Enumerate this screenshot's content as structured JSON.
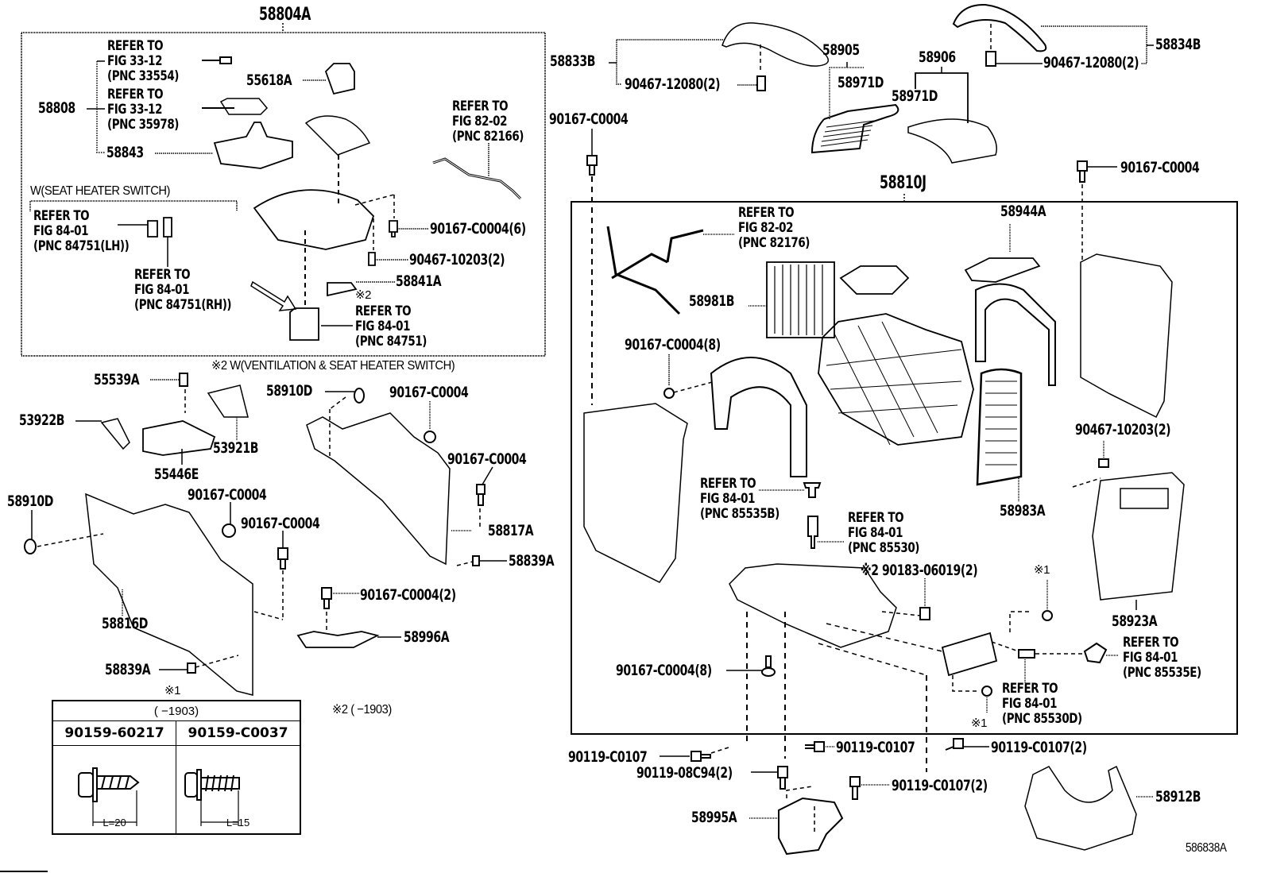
{
  "diagram": {
    "id_code": "586838A",
    "assemblies": {
      "upper_box": "58804A",
      "right_box": "58810J"
    },
    "notes": {
      "note1_mark": "※1",
      "note2_caption": "※2 W(VENTILATION & SEAT HEATER SWITCH)",
      "note2_date": "※2 (      −1903)",
      "seat_heater_group": "W(SEAT HEATER SWITCH)",
      "mark2": "※2"
    },
    "labels": {
      "p58808": "58808",
      "ref_33554": [
        "REFER TO",
        "FIG 33-12",
        "(PNC 33554)"
      ],
      "ref_35978": [
        "REFER TO",
        "FIG 33-12",
        "(PNC 35978)"
      ],
      "p58843": "58843",
      "p55618A": "55618A",
      "ref_82166": [
        "REFER TO",
        "FIG 82-02",
        "(PNC 82166)"
      ],
      "ref_84751_lh": [
        "REFER TO",
        "FIG 84-01",
        "(PNC 84751(LH))"
      ],
      "ref_84751_rh": [
        "REFER TO",
        "FIG 84-01",
        "(PNC 84751(RH))"
      ],
      "ref_84751": [
        "REFER TO",
        "FIG 84-01",
        "(PNC 84751)"
      ],
      "b90167_6": "90167-C0004(6)",
      "c90467_10203_2a": "90467-10203(2)",
      "p58841A": "58841A",
      "p58833B": "58833B",
      "c90467_12080_a": "90467-12080(2)",
      "p58905": "58905",
      "p58971D_a": "58971D",
      "p58906": "58906",
      "p58971D_b": "58971D",
      "p58834B": "58834B",
      "c90467_12080_b": "90467-12080(2)",
      "b90167_top": "90167-C0004",
      "b90167_right": "90167-C0004",
      "ref_82176": [
        "REFER TO",
        "FIG 82-02",
        "(PNC 82176)"
      ],
      "p58944A": "58944A",
      "p58981B": "58981B",
      "b90167_8a": "90167-C0004(8)",
      "c90467_10203_2b": "90467-10203(2)",
      "p58983A": "58983A",
      "ref_85535B": [
        "REFER TO",
        "FIG 84-01",
        "(PNC 85535B)"
      ],
      "ref_85530": [
        "REFER TO",
        "FIG 84-01",
        "(PNC 85530)"
      ],
      "c90183": "※2 90183-06019(2)",
      "mark1_a": "※1",
      "p58923A": "58923A",
      "ref_85535E": [
        "REFER TO",
        "FIG 84-01",
        "(PNC 85535E)"
      ],
      "b90167_8b": "90167-C0004(8)",
      "ref_85530D": [
        "REFER TO",
        "FIG 84-01",
        "(PNC 85530D)"
      ],
      "mark1_b": "※1",
      "p55539A": "55539A",
      "p53922B": "53922B",
      "p53921B": "53921B",
      "p55446E": "55446E",
      "p58910D_a": "58910D",
      "b90167_m1": "90167-C0004",
      "b90167_m2": "90167-C0004",
      "p58817A": "58817A",
      "p58839A_a": "58839A",
      "p58910D_b": "58910D",
      "b90167_l1": "90167-C0004",
      "b90167_l2": "90167-C0004",
      "p58816D": "58816D",
      "b90167_2": "90167-C0004(2)",
      "p58996A": "58996A",
      "p58839A_b": "58839A",
      "s90119_a": "90119-C0107",
      "s90119_b": "90119-C0107",
      "s90119_c": "90119-C0107(2)",
      "s90119_08C94": "90119-08C94(2)",
      "s90119_d": "90119-C0107(2)",
      "p58995A": "58995A",
      "p58912B": "58912B"
    },
    "screw_table": {
      "mark": "※1",
      "header": "(      −1903)",
      "columns": [
        {
          "part": "90159-60217",
          "length": "L=20"
        },
        {
          "part": "90159-C0037",
          "length": "L=15"
        }
      ]
    }
  }
}
